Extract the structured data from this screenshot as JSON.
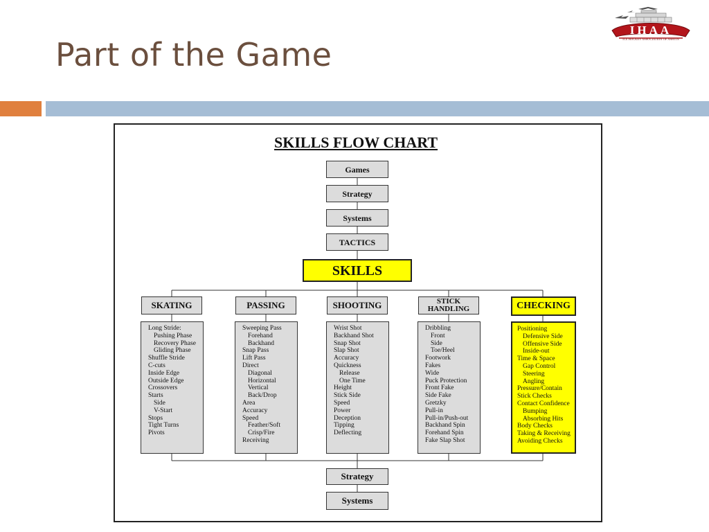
{
  "slide": {
    "title": "Part of the Game"
  },
  "logo": {
    "text": "IHAA",
    "subtitle": "ICE HOCKEY ASSOCIATION OF ASHTIN"
  },
  "chart": {
    "title": "SKILLS FLOW CHART",
    "top_boxes": [
      "Games",
      "Strategy",
      "Systems",
      "TACTICS"
    ],
    "center": "SKILLS",
    "categories": [
      {
        "label": "SKATING",
        "highlight": false,
        "items": [
          {
            "t": "Long Stride:",
            "sub": false
          },
          {
            "t": "Pushing Phase",
            "sub": true
          },
          {
            "t": "Recovery Phase",
            "sub": true
          },
          {
            "t": "Gliding Phase",
            "sub": true
          },
          {
            "t": "Shuffle Stride",
            "sub": false
          },
          {
            "t": "C-cuts",
            "sub": false
          },
          {
            "t": "Inside Edge",
            "sub": false
          },
          {
            "t": "Outside Edge",
            "sub": false
          },
          {
            "t": "Crossovers",
            "sub": false
          },
          {
            "t": "Starts",
            "sub": false
          },
          {
            "t": "Side",
            "sub": true
          },
          {
            "t": "V-Start",
            "sub": true
          },
          {
            "t": "Stops",
            "sub": false
          },
          {
            "t": "Tight Turns",
            "sub": false
          },
          {
            "t": "Pivots",
            "sub": false
          }
        ]
      },
      {
        "label": "PASSING",
        "highlight": false,
        "items": [
          {
            "t": "Sweeping Pass",
            "sub": false
          },
          {
            "t": "Forehand",
            "sub": true
          },
          {
            "t": "Backhand",
            "sub": true
          },
          {
            "t": "Snap Pass",
            "sub": false
          },
          {
            "t": "Lift Pass",
            "sub": false
          },
          {
            "t": "Direct",
            "sub": false
          },
          {
            "t": "Diagonal",
            "sub": true
          },
          {
            "t": "Horizontal",
            "sub": true
          },
          {
            "t": "Vertical",
            "sub": true
          },
          {
            "t": "Back/Drop",
            "sub": true
          },
          {
            "t": "Area",
            "sub": false
          },
          {
            "t": "Accuracy",
            "sub": false
          },
          {
            "t": "Speed",
            "sub": false
          },
          {
            "t": "Feather/Soft",
            "sub": true
          },
          {
            "t": "Crisp/Fire",
            "sub": true
          },
          {
            "t": "Receiving",
            "sub": false
          }
        ]
      },
      {
        "label": "SHOOTING",
        "highlight": false,
        "items": [
          {
            "t": "Wrist Shot",
            "sub": false
          },
          {
            "t": "Backhand Shot",
            "sub": false
          },
          {
            "t": "Snap Shot",
            "sub": false
          },
          {
            "t": "Slap Shot",
            "sub": false
          },
          {
            "t": "Accuracy",
            "sub": false
          },
          {
            "t": "Quickness",
            "sub": false
          },
          {
            "t": "Release",
            "sub": true
          },
          {
            "t": "One Time",
            "sub": true
          },
          {
            "t": "Height",
            "sub": false
          },
          {
            "t": "Stick Side",
            "sub": false
          },
          {
            "t": "Speed",
            "sub": false
          },
          {
            "t": "Power",
            "sub": false
          },
          {
            "t": "Deception",
            "sub": false
          },
          {
            "t": "Tipping",
            "sub": false
          },
          {
            "t": "Deflecting",
            "sub": false
          }
        ]
      },
      {
        "label_lines": [
          "STICK",
          "HANDLING"
        ],
        "highlight": false,
        "items": [
          {
            "t": "Dribbling",
            "sub": false
          },
          {
            "t": "Front",
            "sub": true
          },
          {
            "t": "Side",
            "sub": true
          },
          {
            "t": "Toe/Heel",
            "sub": true
          },
          {
            "t": "Footwork",
            "sub": false
          },
          {
            "t": "Fakes",
            "sub": false
          },
          {
            "t": "Wide",
            "sub": false
          },
          {
            "t": "Puck Protection",
            "sub": false
          },
          {
            "t": "Front Fake",
            "sub": false
          },
          {
            "t": "Side Fake",
            "sub": false
          },
          {
            "t": "Gretzky",
            "sub": false
          },
          {
            "t": "Pull-in",
            "sub": false
          },
          {
            "t": "Pull-in/Push-out",
            "sub": false
          },
          {
            "t": "Backhand Spin",
            "sub": false
          },
          {
            "t": "Forehand Spin",
            "sub": false
          },
          {
            "t": "Fake Slap Shot",
            "sub": false
          }
        ]
      },
      {
        "label": "CHECKING",
        "highlight": true,
        "items": [
          {
            "t": "Positioning",
            "sub": false
          },
          {
            "t": "Defensive Side",
            "sub": true
          },
          {
            "t": "Offensive Side",
            "sub": true
          },
          {
            "t": "Inside-out",
            "sub": true
          },
          {
            "t": "Time & Space",
            "sub": false
          },
          {
            "t": "Gap Control",
            "sub": true
          },
          {
            "t": "Steering",
            "sub": true
          },
          {
            "t": "Angling",
            "sub": true
          },
          {
            "t": "Pressure/Contain",
            "sub": false
          },
          {
            "t": "Stick Checks",
            "sub": false
          },
          {
            "t": "Contact Confidence",
            "sub": false
          },
          {
            "t": "Bumping",
            "sub": true
          },
          {
            "t": "Absorbing Hits",
            "sub": true
          },
          {
            "t": "Body Checks",
            "sub": false
          },
          {
            "t": "Taking & Receiving",
            "sub": false
          },
          {
            "t": "Avoiding Checks",
            "sub": false
          }
        ]
      }
    ],
    "bottom_boxes": [
      "Strategy",
      "Systems"
    ]
  },
  "colors": {
    "title": "#6b4f3e",
    "accent_orange": "#e0803e",
    "accent_blue": "#a5bdd5",
    "highlight": "#ffff00",
    "box_gray": "#dcdcdc"
  }
}
